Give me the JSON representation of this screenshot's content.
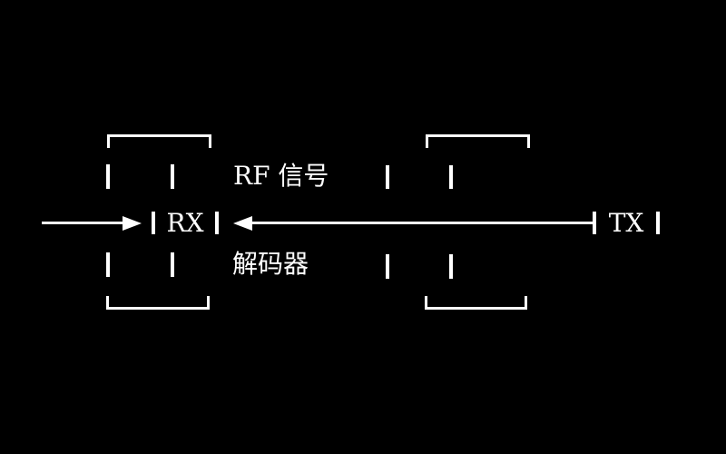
{
  "diagram": {
    "labels": {
      "rx": "RX",
      "tx": "TX",
      "rf_signal": "RF 信号",
      "decoder": "解码器"
    },
    "colors": {
      "background": "#000000",
      "stroke": "#ffffff",
      "text": "#ffffff"
    }
  }
}
